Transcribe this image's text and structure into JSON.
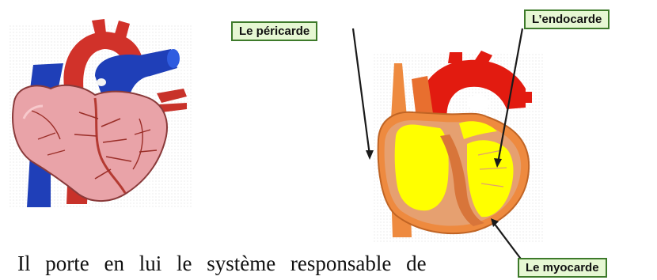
{
  "labels": {
    "pericarde": "Le péricarde",
    "endocarde": "L’endocarde",
    "myocarde": "Le myocarde"
  },
  "caption": "Il porte en lui le système responsable de",
  "colors": {
    "label_bg": "#e6f7d3",
    "label_border": "#3d7a2a",
    "heart_pink": "#e9a3a8",
    "vessel_red": "#d1322a",
    "vessel_blue": "#1f3fb8",
    "muscle_orange": "#ee8a3f",
    "chamber_yellow": "#ffff00"
  }
}
